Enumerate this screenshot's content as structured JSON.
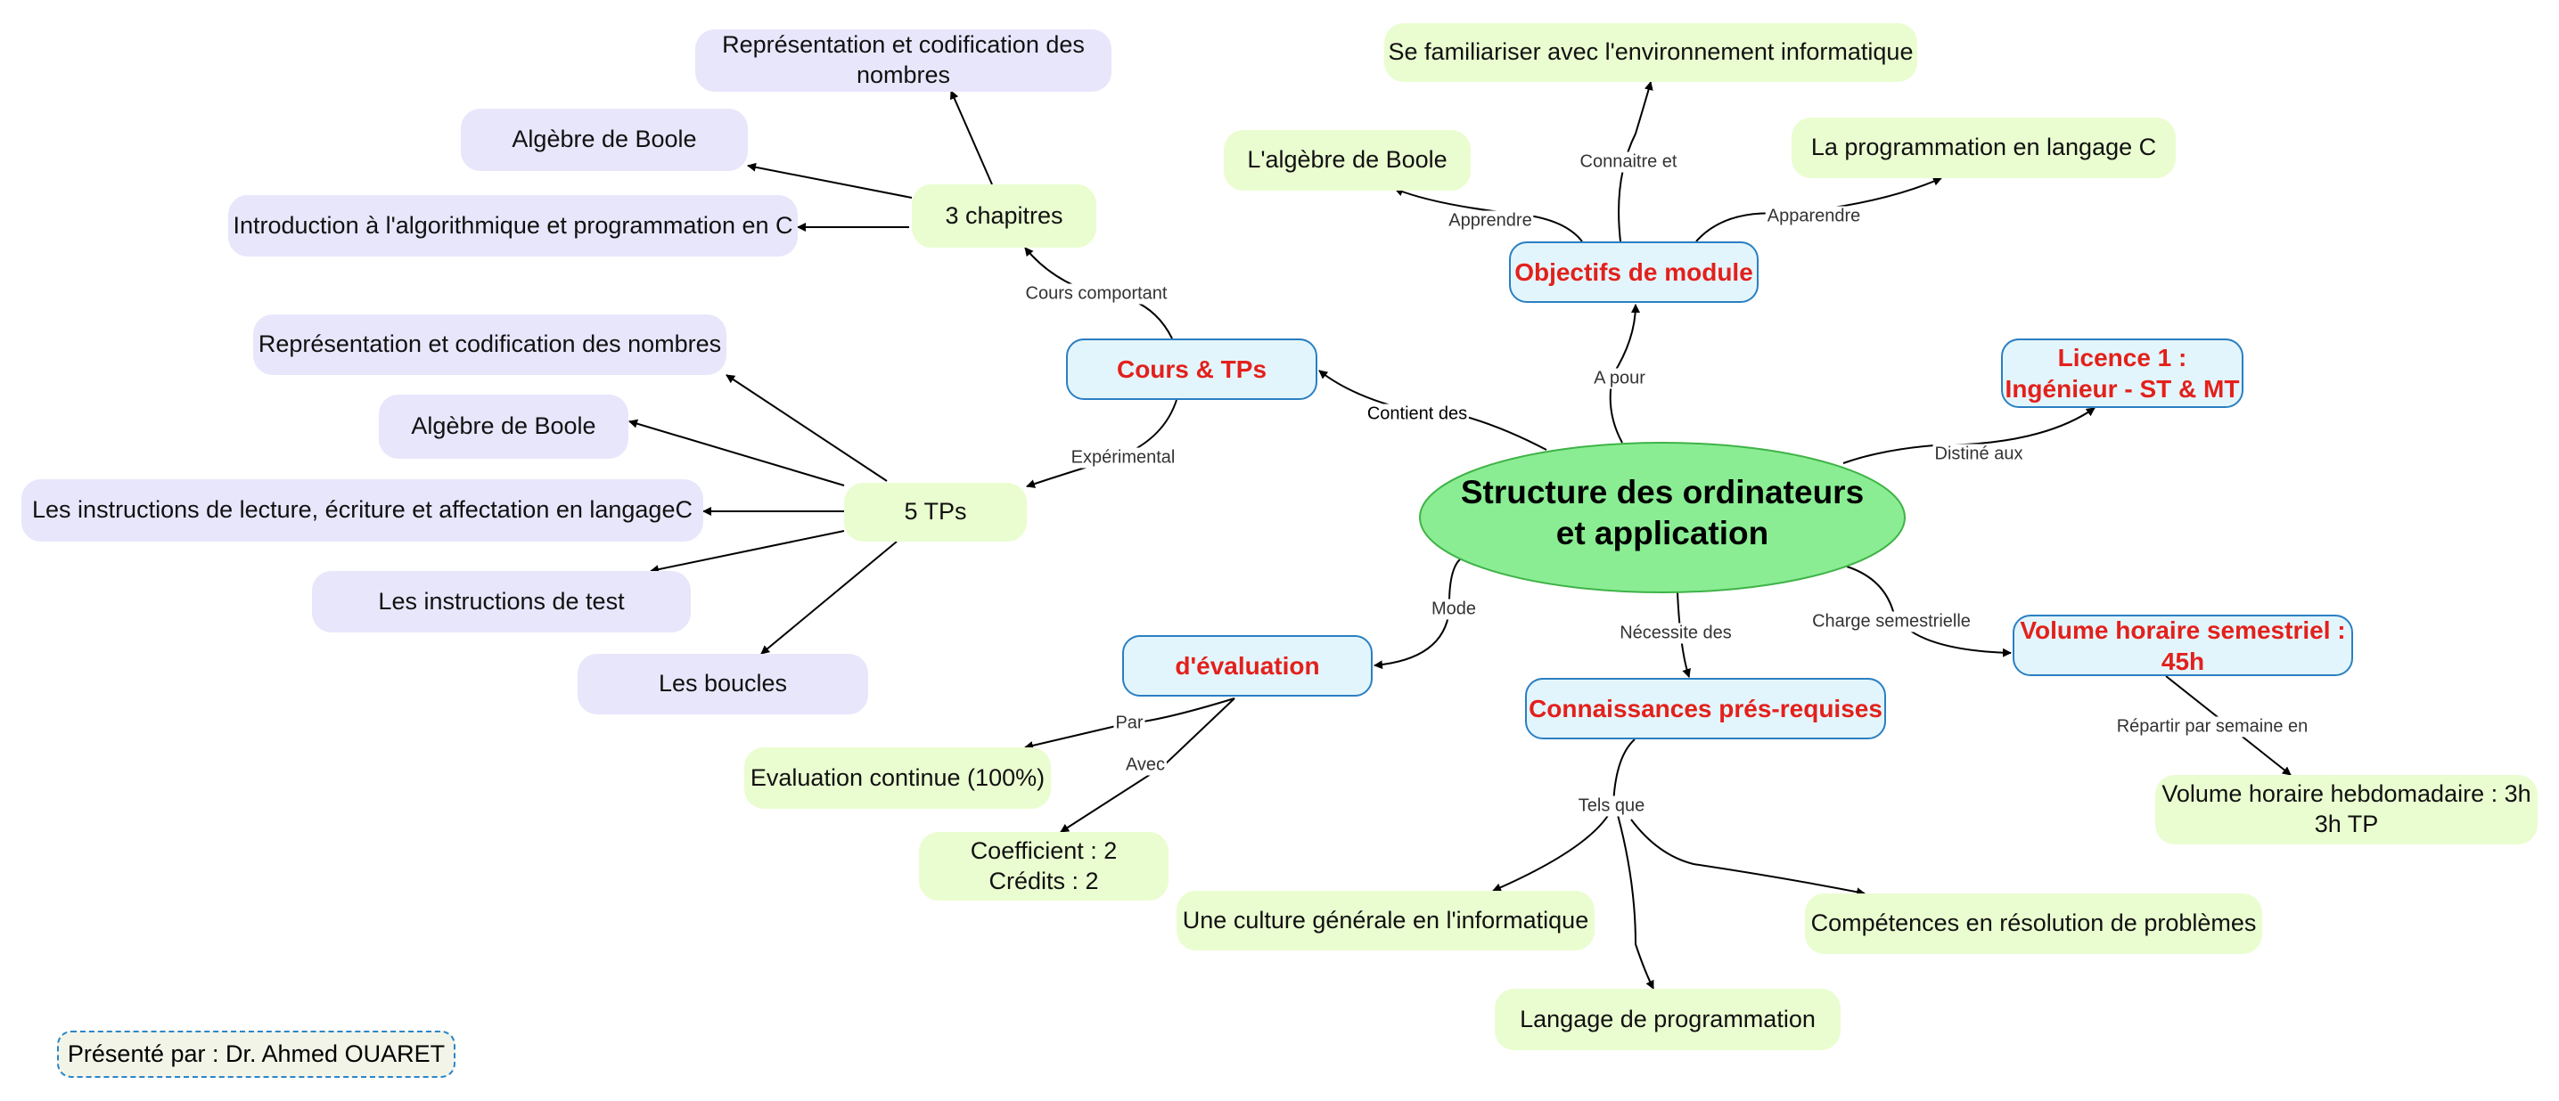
{
  "center": {
    "title": "Structure des ordinateurs\net application"
  },
  "hubs": {
    "cours": "Cours & TPs",
    "objectifs": "Objectifs de module",
    "licence": "Licence 1 :\nIngénieur - ST & MT",
    "evaluation": "d'évaluation",
    "prerequis": "Connaissances prés-requises",
    "volume": "Volume horaire semestriel : 45h"
  },
  "chapitres": {
    "label": "3 chapitres",
    "items": [
      "Représentation et codification des nombres",
      "Algèbre de Boole",
      "Introduction à l'algorithmique et programmation en C"
    ]
  },
  "tps": {
    "label": "5 TPs",
    "items": [
      "Représentation et codification des nombres",
      "Algèbre de Boole",
      "Les instructions de lecture, écriture et affectation en langageC",
      "Les instructions de test",
      "Les boucles"
    ]
  },
  "objectifs_items": [
    "L'algèbre de Boole",
    "Se familiariser avec l'environnement informatique",
    "La programmation en langage C"
  ],
  "evaluation_items": [
    "Evaluation continue (100%)",
    "Coefficient : 2\nCrédits : 2"
  ],
  "prerequis_items": [
    "Une culture générale en l'informatique",
    "Langage de programmation",
    "Compétences en résolution de problèmes"
  ],
  "volume_items": [
    "Volume horaire hebdomadaire : 3h\n3h TP"
  ],
  "edge_labels": {
    "contient": "Contient des",
    "a_pour": "A pour",
    "distine": "Distiné aux",
    "charge": "Charge semestrielle",
    "necessite": "Nécessite des",
    "mode": "Mode",
    "cours_comportant": "Cours comportant",
    "experimental": "Expérimental",
    "apprendre": "Apprendre",
    "connaitre": "Connaitre et",
    "apparendre": "Apparendre",
    "par": "Par",
    "avec": "Avec",
    "tels_que": "Tels que",
    "repartir": "Répartir par semaine en"
  },
  "presenter": "Présenté par :  Dr. Ahmed OUARET",
  "colors": {
    "hub_text": "#e3201b",
    "hub_border": "#2a7fc2",
    "center_fill": "#8aed93",
    "lavender": "#e8e6fb",
    "lime": "#eafdd0"
  }
}
